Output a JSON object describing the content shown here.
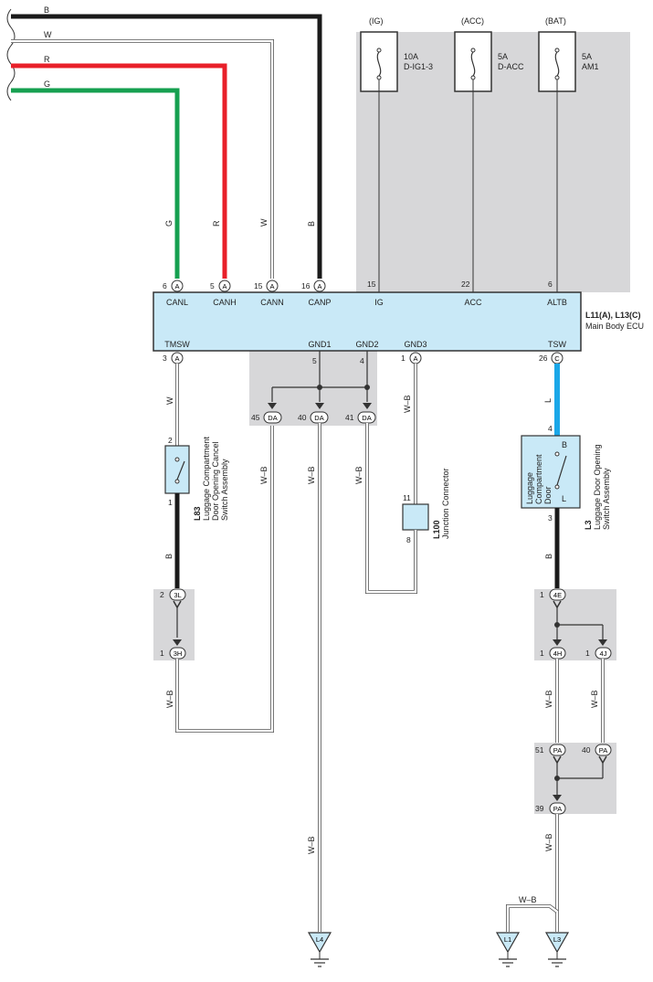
{
  "top_wires": [
    {
      "label": "B",
      "color": "#1a1a1a"
    },
    {
      "label": "W",
      "color": "#ffffff"
    },
    {
      "label": "R",
      "color": "#e8202a"
    },
    {
      "label": "G",
      "color": "#16a050"
    }
  ],
  "ecu": {
    "id": "L11(A), L13(C)",
    "name": "Main Body ECU",
    "top_terminals": [
      {
        "pin": "6",
        "conn": "A",
        "name": "CANL",
        "wire": "G"
      },
      {
        "pin": "5",
        "conn": "A",
        "name": "CANH",
        "wire": "R"
      },
      {
        "pin": "15",
        "conn": "A",
        "name": "CANN",
        "wire": "W"
      },
      {
        "pin": "16",
        "conn": "A",
        "name": "CANP",
        "wire": "B"
      },
      {
        "pin": "15",
        "name": "IG"
      },
      {
        "pin": "22",
        "name": "ACC"
      },
      {
        "pin": "6",
        "name": "ALTB"
      }
    ],
    "bottom_terminals": [
      {
        "pin": "3",
        "conn": "A",
        "name": "TMSW"
      },
      {
        "pin": "5",
        "name": "GND1"
      },
      {
        "pin": "4",
        "name": "GND2"
      },
      {
        "pin": "1",
        "conn": "A",
        "name": "GND3"
      },
      {
        "pin": "26",
        "conn": "C",
        "name": "TSW"
      }
    ]
  },
  "fuses": [
    {
      "supply": "(IG)",
      "rating": "10A",
      "name": "D-IG1-3"
    },
    {
      "supply": "(ACC)",
      "rating": "5A",
      "name": "D-ACC"
    },
    {
      "supply": "(BAT)",
      "rating": "5A",
      "name": "AM1"
    }
  ],
  "colors": {
    "ecu_fill": "#c9e9f7",
    "shade": "#d7d7d9",
    "blue_wire": "#1aa7e8",
    "red_wire": "#e8202a",
    "green_wire": "#16a050",
    "black_wire": "#1a1a1a"
  },
  "ground_connectors": [
    {
      "pin": "45",
      "conn": "DA"
    },
    {
      "pin": "40",
      "conn": "DA"
    },
    {
      "pin": "41",
      "conn": "DA"
    }
  ],
  "wire_labels": {
    "tmsw": "W",
    "l83_out": "B",
    "wb": "W–B",
    "tsw": "L",
    "l3_out": "B"
  },
  "l83": {
    "id": "L83",
    "line1": "Luggage Compartment",
    "line2": "Door Opening Cancel",
    "line3": "Switch Assembly",
    "pin_top": "2",
    "pin_bottom": "1"
  },
  "l100": {
    "id": "L100",
    "name": "Junction Connector",
    "pin_top": "11",
    "pin_bottom": "8"
  },
  "l3": {
    "id": "L3",
    "line1": "Luggage Door Opening",
    "line2": "Switch Assembly",
    "box1": "Luggage",
    "box2": "Compartment",
    "box3": "Door",
    "sw_b": "B",
    "sw_l": "L",
    "pin_top": "4",
    "pin_bottom": "3"
  },
  "inline_connectors": [
    {
      "pin": "2",
      "conn": "3L"
    },
    {
      "pin": "1",
      "conn": "3H"
    },
    {
      "pin": "1",
      "conn": "4E"
    },
    {
      "pin": "1",
      "conn": "4H"
    },
    {
      "pin": "1",
      "conn": "4J"
    },
    {
      "pin": "51",
      "conn": "PA"
    },
    {
      "pin": "40",
      "conn": "PA"
    },
    {
      "pin": "39",
      "conn": "PA"
    }
  ],
  "grounds": [
    "L4",
    "L1",
    "L3"
  ]
}
